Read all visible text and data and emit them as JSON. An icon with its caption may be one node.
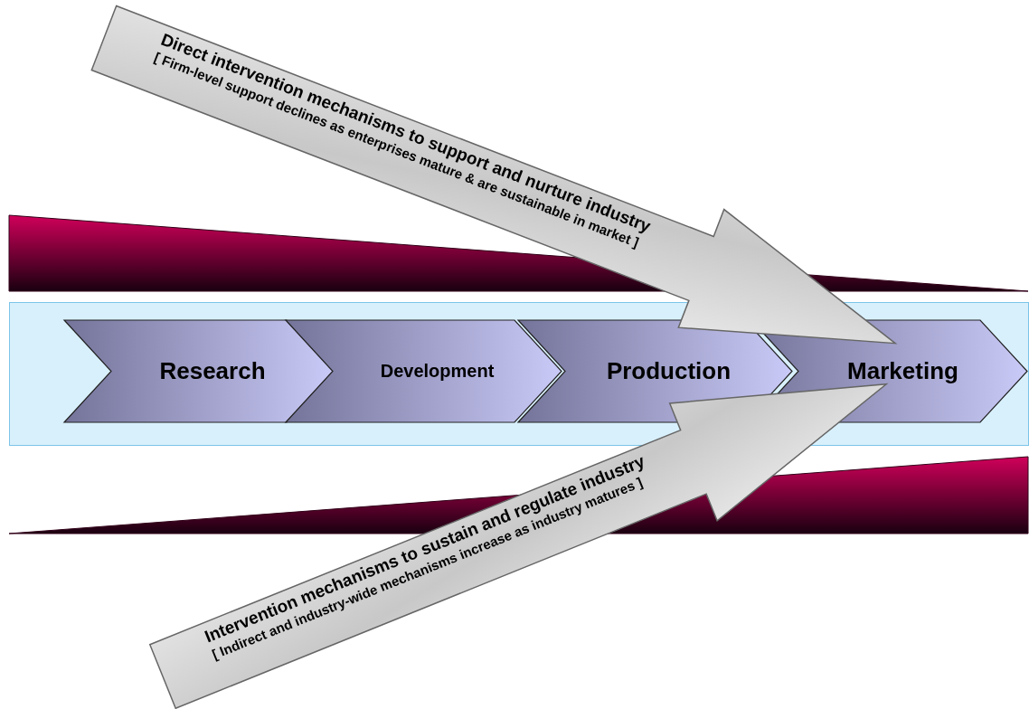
{
  "diagram": {
    "nodes": [
      {
        "text": [],
        "shape": "box"
      },
      {
        "text": [
          "Research"
        ],
        "in": 0
      },
      {
        "text": [
          "Development"
        ],
        "in": 0
      },
      {
        "text": [
          "Production"
        ],
        "in": 0
      },
      {
        "text": [
          "Marketing"
        ],
        "in": 0
      },
      {
        "text": [
          "Direct intervention mechanisms to support and nurture industry",
          "[ Firm-level support declines as enterprises mature & are sustainable in market ]"
        ]
      },
      {
        "text": [
          "Intervention mechanisms to sustain and regulate industry",
          "[ Indirect and industry-wide mechanisms increase as industry matures ]"
        ]
      },
      {
        "text": [],
        "shape": "triangle"
      },
      {
        "text": [],
        "shape": "triangle"
      }
    ],
    "edges": []
  }
}
